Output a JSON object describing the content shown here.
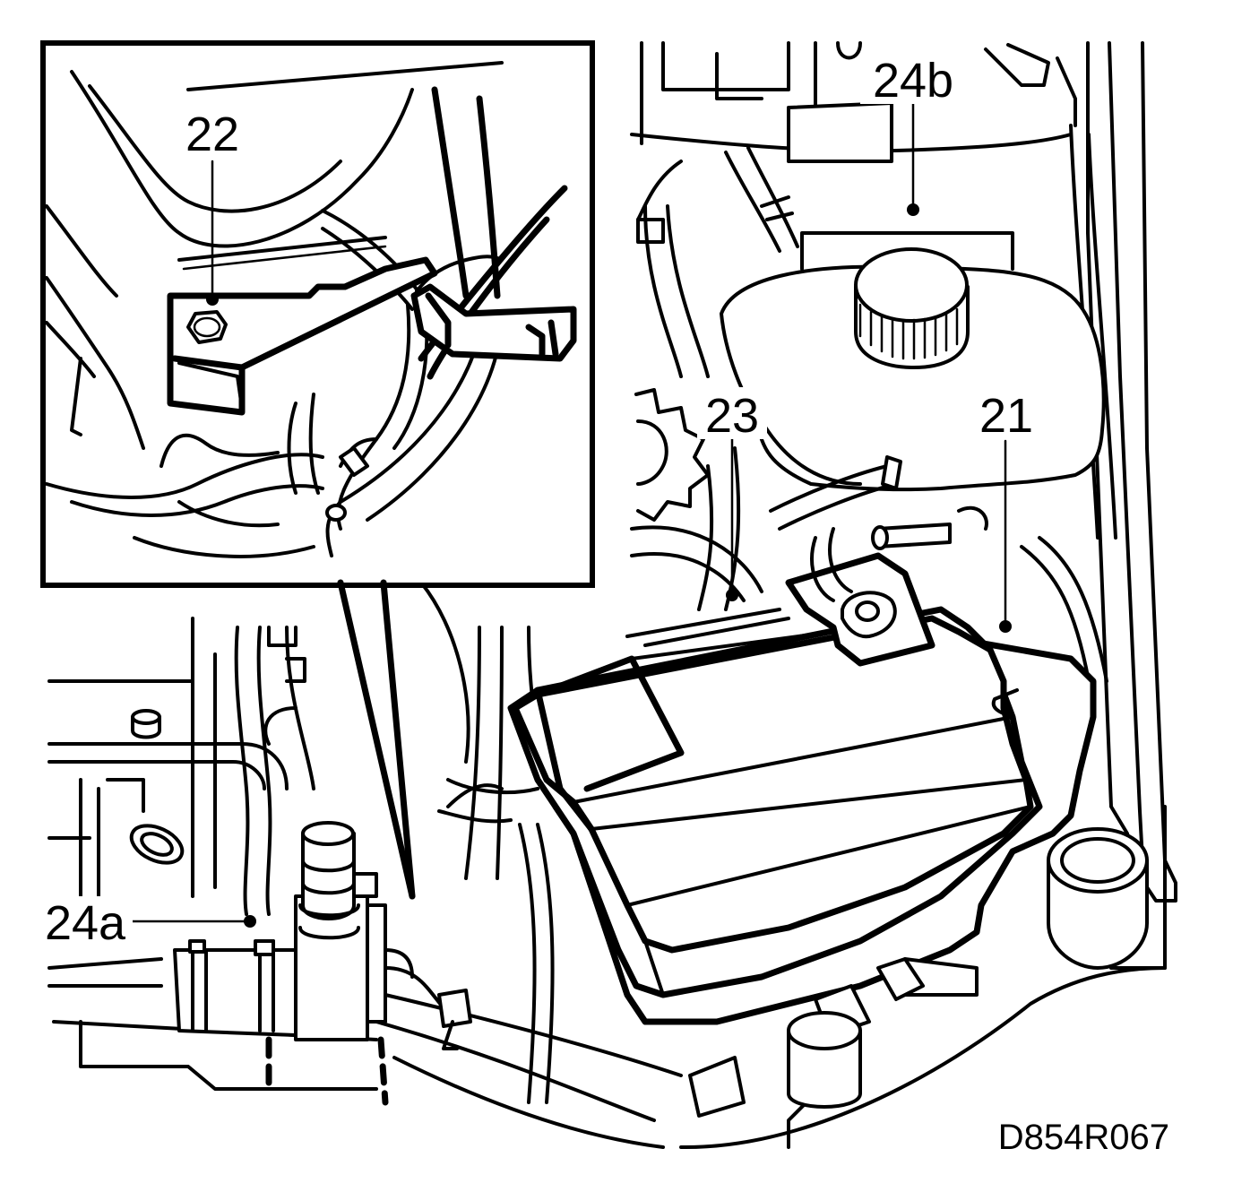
{
  "callouts": {
    "c21": "21",
    "c22": "22",
    "c23": "23",
    "c24a": "24a",
    "c24b": "24b"
  },
  "figure_ref": "D854R067",
  "icons": {
    "bolt": "hex-bolt-icon",
    "cap": "reservoir-cap-icon"
  }
}
